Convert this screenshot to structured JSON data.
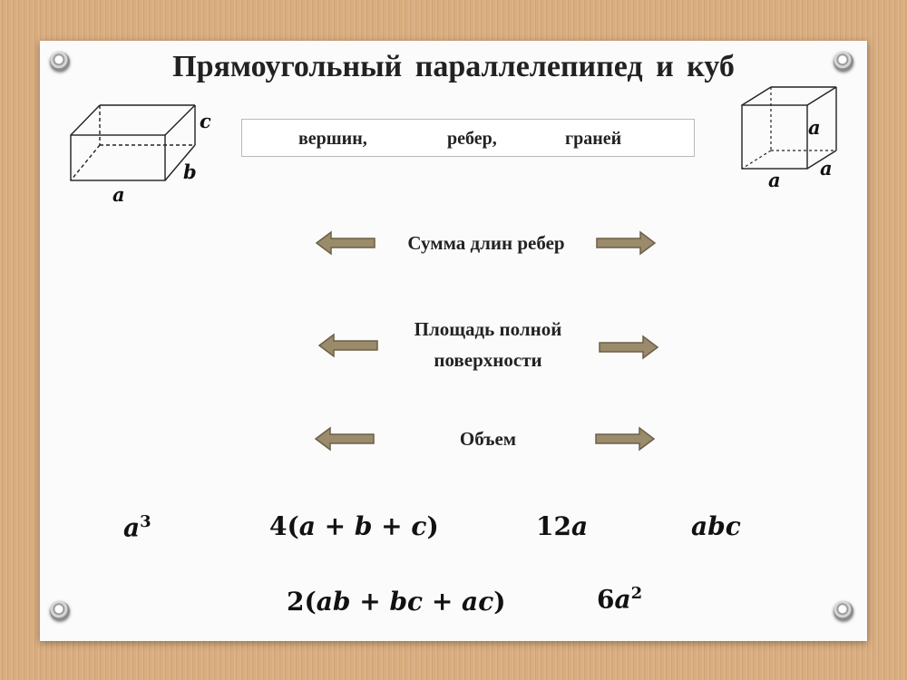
{
  "title": "Прямоугольный параллелепипед и куб",
  "count_labels": [
    "вершин,",
    "ребер,",
    "граней"
  ],
  "prism_labels": {
    "a": "a",
    "b": "b",
    "c": "c"
  },
  "cube_labels": {
    "top": "a",
    "right": "a",
    "bottom": "a"
  },
  "rows": [
    {
      "label": "Сумма длин ребер"
    },
    {
      "label_line1": "Площадь полной",
      "label_line2": "поверхности"
    },
    {
      "label": "Объем"
    }
  ],
  "formulas": {
    "cube_volume": {
      "base": "a",
      "exp": "3"
    },
    "prism_edges": {
      "coef": "4(",
      "a": "a",
      "plus1": " + ",
      "b": "b",
      "plus2": " + ",
      "c": "c",
      "close": ")"
    },
    "cube_edges": {
      "coef": "12",
      "var": "a"
    },
    "prism_volume": {
      "var": "abc"
    },
    "prism_surface": {
      "coef": "2(",
      "t1": "ab",
      "plus1": " + ",
      "t2": "bc",
      "plus2": " + ",
      "t3": "ac",
      "close": ")"
    },
    "cube_surface": {
      "coef": "6",
      "var": "a",
      "exp": "2"
    }
  },
  "colors": {
    "arrow_fill": "#9a8b6b",
    "arrow_stroke": "#6c5f47",
    "board": "#fbfbfb",
    "wood": "#d9ad7e"
  }
}
